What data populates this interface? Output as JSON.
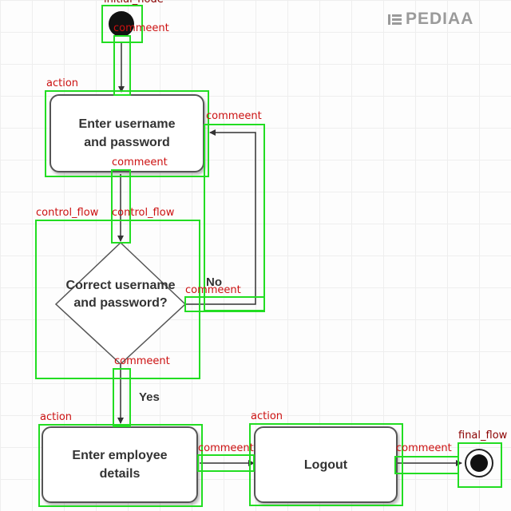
{
  "logo": {
    "text": "PEDIAA",
    "icon": "pediaa-logo-icon"
  },
  "nodes": {
    "enter_credentials": "Enter username and password",
    "decision": "Correct username and password?",
    "enter_employee": "Enter employee details",
    "logout": "Logout"
  },
  "edge_labels": {
    "no": "No",
    "yes": "Yes"
  },
  "annotations": [
    {
      "label": "initial_node",
      "kind": "initial_node"
    },
    {
      "label": "commeent",
      "kind": "comment"
    },
    {
      "label": "action",
      "kind": "action"
    },
    {
      "label": "commeent",
      "kind": "comment"
    },
    {
      "label": "commeent",
      "kind": "comment"
    },
    {
      "label": "control_flow",
      "kind": "control_flow"
    },
    {
      "label": "control_flow",
      "kind": "control_flow"
    },
    {
      "label": "commeent",
      "kind": "comment"
    },
    {
      "label": "commeent",
      "kind": "comment"
    },
    {
      "label": "action",
      "kind": "action"
    },
    {
      "label": "action",
      "kind": "action"
    },
    {
      "label": "commeent",
      "kind": "comment"
    },
    {
      "label": "commeent",
      "kind": "comment"
    },
    {
      "label": "final_flow",
      "kind": "final_node"
    }
  ],
  "colors": {
    "annotation_box": "#22dd22",
    "annotation_label": "#cc1111",
    "edge": "#333333",
    "node_border": "#555555"
  }
}
